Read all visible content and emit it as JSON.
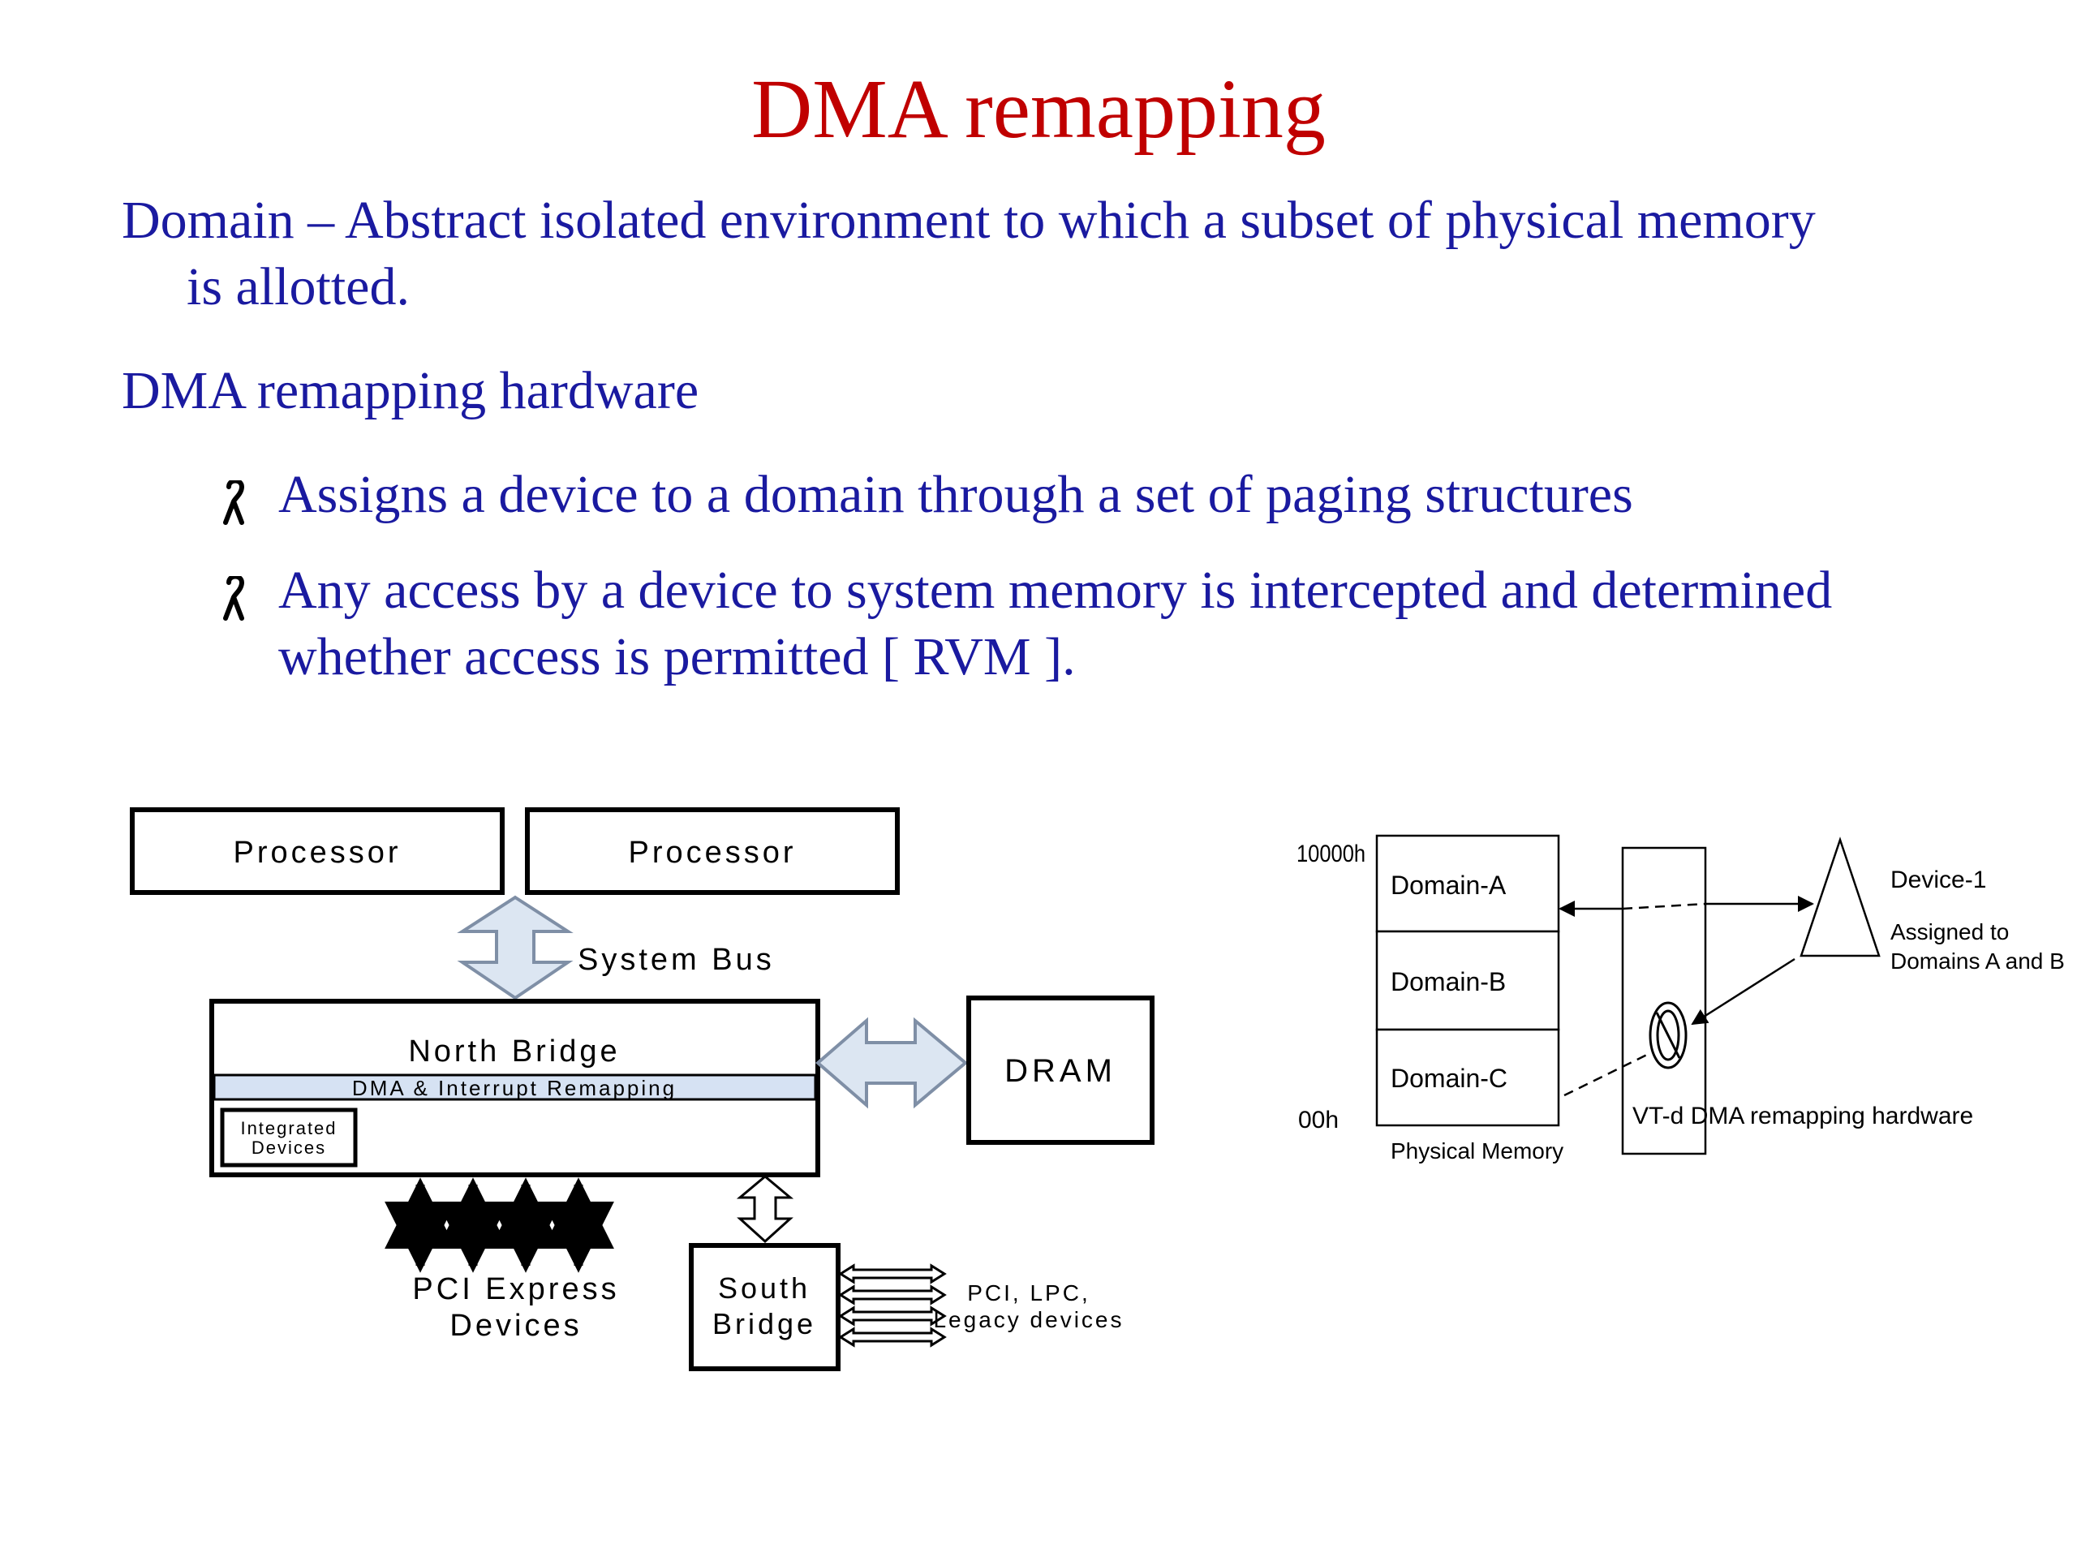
{
  "slide": {
    "title": "DMA remapping",
    "definition_line1": "Domain – Abstract isolated environment to which a subset of physical memory",
    "definition_line2": "is allotted.",
    "heading": "DMA remapping hardware",
    "bullets": [
      {
        "text": "Assigns a device to a domain through a set of paging structures"
      },
      {
        "line1": "Any access by a device to system memory is intercepted and determined",
        "line2": "whether access is permitted [ RVM ]."
      }
    ]
  },
  "left_diagram": {
    "processor_1": "Processor",
    "processor_2": "Processor",
    "system_bus": "System Bus",
    "north_bridge": "North Bridge",
    "remap_strip": "DMA & Interrupt Remapping",
    "integrated_line1": "Integrated",
    "integrated_line2": "Devices",
    "dram": "DRAM",
    "pcie_line1": "PCI Express",
    "pcie_line2": "Devices",
    "south_line1": "South",
    "south_line2": "Bridge",
    "legacy_line1": "PCI, LPC,",
    "legacy_line2": "Legacy devices"
  },
  "right_diagram": {
    "addr_top": "10000h",
    "addr_bottom": "00h",
    "domains": [
      "Domain-A",
      "Domain-B",
      "Domain-C"
    ],
    "memory_label": "Physical Memory",
    "device": "Device-1",
    "assigned_line1": "Assigned to",
    "assigned_line2": "Domains A and B",
    "hardware_label": "VT-d DMA remapping hardware"
  },
  "colors": {
    "title": "#C00000",
    "body_text": "#1A1AA0",
    "arrow_fill": "#DCE6F2",
    "arrow_stroke": "#7F8FA6",
    "remap_strip": "#D6E2F3"
  }
}
